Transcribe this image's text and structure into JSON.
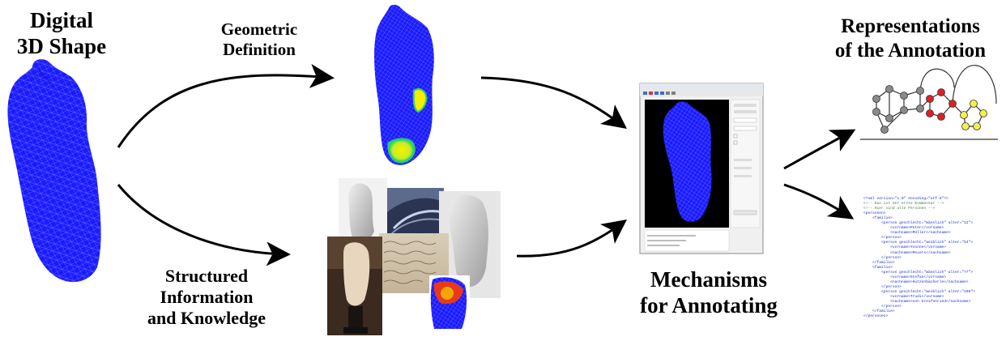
{
  "labels": {
    "digital_shape": [
      "Digital",
      "3D Shape"
    ],
    "geometric_definition": [
      "Geometric",
      "Definition"
    ],
    "structured_information": [
      "Structured",
      "Information",
      "and Knowledge"
    ],
    "mechanisms": [
      "Mechanisms",
      "for Annotating"
    ],
    "representations": [
      "Representations",
      "of the Annotation"
    ]
  },
  "xml_lines": [
    "<?xml version=\"1.0\" encoding=\"utf-8\"?>",
    "<!-- Das ist der erste Kommentar -->",
    "<!-- Hier sind alle Personen -->",
    "<personen>",
    "    <familie>",
    "        <person geschlecht=\"männlich\" alter=\"12\">",
    "            <vorname>Peter</vorname>",
    "            <nachname>Müller</nachname>",
    "        </person>",
    "        <person geschlecht=\"weiblich\" alter=\"54\">",
    "            <vorname>Yvonne</vorname>",
    "            <nachname>Meiers</nachname>",
    "        </person>",
    "    </familie>",
    "    <familie>",
    "        <person geschlecht=\"männlich\" alter=\"77\">",
    "            <vorname>Stefan</vorname>",
    "            <nachname>Hutzenbächerle</nachname>",
    "        </person>",
    "        <person geschlecht=\"weiblich\" alter=\"100\">",
    "            <vorname>Trudi</vorname>",
    "            <nachname>von Greifenried</nachname>",
    "        </person>",
    "    </familie>",
    "</personen>"
  ],
  "colors": {
    "mesh_blue": "#1a1aff",
    "annotation_yellow": "#f4f000",
    "annotation_green": "#2bd06b",
    "graph_gray": "#8a8a8a",
    "graph_red": "#e02020",
    "graph_yellow": "#f2ef50",
    "arrow": "#000000"
  }
}
